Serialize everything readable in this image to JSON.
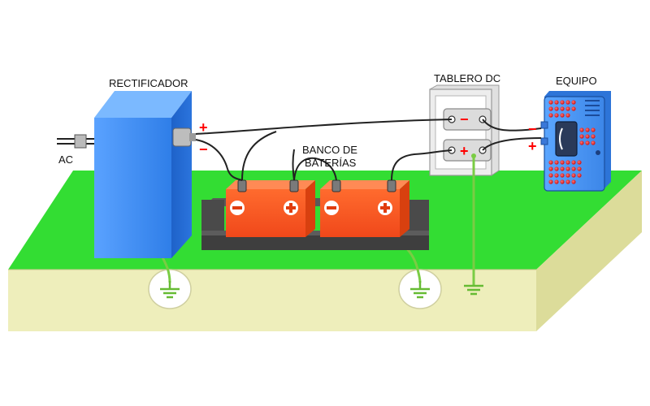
{
  "labels": {
    "rectifier": "RECTIFICADOR",
    "ac": "AC",
    "battery_bank_line1": "BANCO DE",
    "battery_bank_line2": "BATERÍAS",
    "dc_board": "TABLERO DC",
    "equipment": "EQUIPO"
  },
  "signs": {
    "plus": "+",
    "minus": "−"
  },
  "colors": {
    "ground_top": "#33dd33",
    "ground_front": "#eeeebb",
    "ground_side": "#dede9e",
    "rectifier_front": "#3b8cf0",
    "rectifier_side": "#1c5fc4",
    "battery": "#ff5a1e",
    "battery_tray": "#444444",
    "wire": "#222222",
    "ground_wire": "#7acc44",
    "equipment_body": "#4a94f2",
    "sign": "#ff0000"
  },
  "icons": [
    "ground-symbol-icon",
    "battery-positive-icon",
    "battery-negative-icon"
  ]
}
